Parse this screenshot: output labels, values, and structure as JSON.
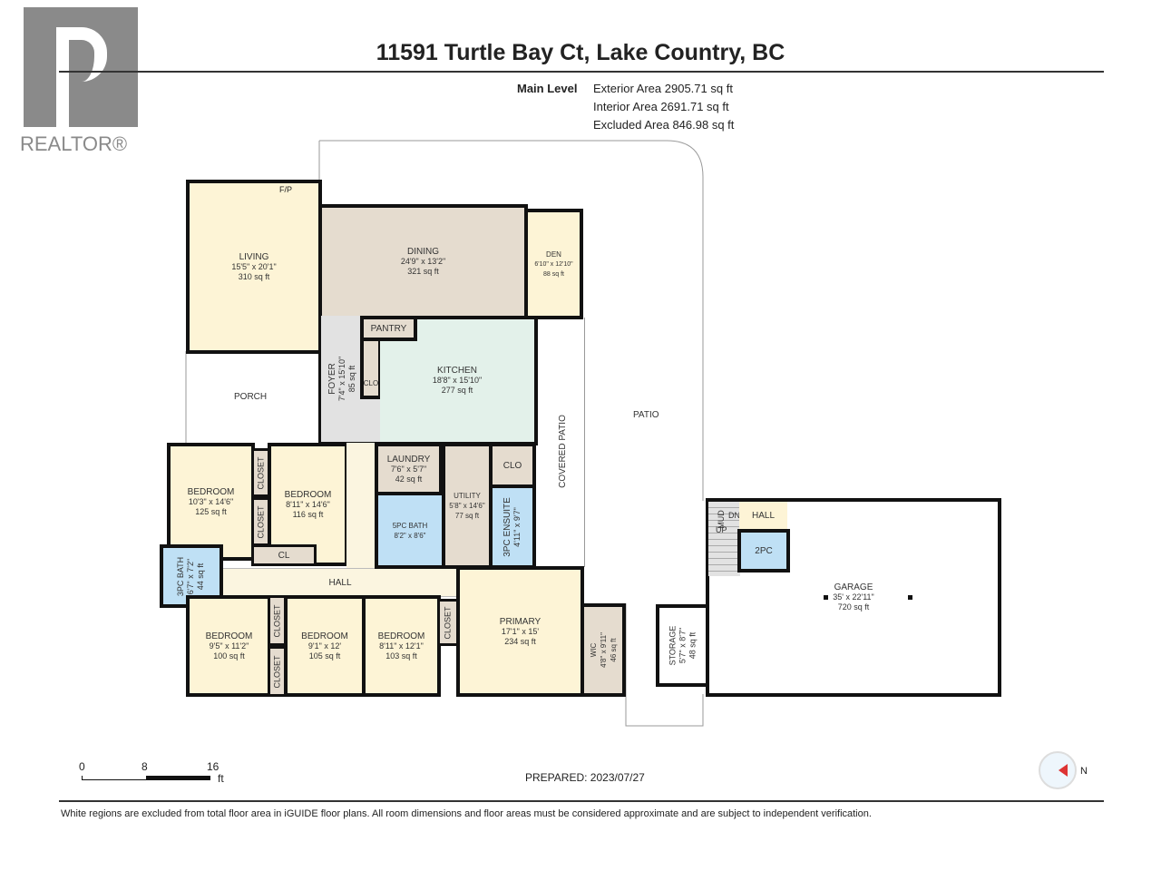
{
  "logo": {
    "text": "REALTOR®"
  },
  "header": {
    "title": "11591 Turtle Bay Ct, Lake Country, BC"
  },
  "summary": {
    "level": "Main Level",
    "exterior": "Exterior Area 2905.71 sq ft",
    "interior": "Interior Area 2691.71 sq ft",
    "excluded": "Excluded Area 846.98 sq ft"
  },
  "rooms": {
    "living": {
      "name": "LIVING",
      "dim": "15'5\" x 20'1\"",
      "area": "310 sq ft"
    },
    "fp": {
      "name": "F/P"
    },
    "dining": {
      "name": "DINING",
      "dim": "24'9\" x 13'2\"",
      "area": "321 sq ft"
    },
    "den": {
      "name": "DEN",
      "dim": "6'10\" x 12'10\"",
      "area": "88 sq ft"
    },
    "pantry": {
      "name": "PANTRY"
    },
    "foyer": {
      "name": "FOYER",
      "dim": "7'4\" x 15'10\"",
      "area": "85 sq ft"
    },
    "clo1": {
      "name": "CLO"
    },
    "kitchen": {
      "name": "KITCHEN",
      "dim": "18'8\" x 15'10\"",
      "area": "277 sq ft"
    },
    "porch": {
      "name": "PORCH"
    },
    "covered_patio": {
      "name": "COVERED PATIO"
    },
    "patio": {
      "name": "PATIO"
    },
    "bed1": {
      "name": "BEDROOM",
      "dim": "10'3\" x 14'6\"",
      "area": "125 sq ft"
    },
    "bed2": {
      "name": "BEDROOM",
      "dim": "8'11\" x 14'6\"",
      "area": "116 sq ft"
    },
    "closet": {
      "name": "CLOSET"
    },
    "cl": {
      "name": "CL"
    },
    "laundry": {
      "name": "LAUNDRY",
      "dim": "7'6\" x 5'7\"",
      "area": "42 sq ft"
    },
    "bath5": {
      "name": "5PC BATH",
      "dim": "8'2\" x 8'6\""
    },
    "utility": {
      "name": "UTILITY",
      "dim": "5'8\" x 14'6\"",
      "area": "77 sq ft"
    },
    "clo2": {
      "name": "CLO"
    },
    "ensuite": {
      "name": "3PC ENSUITE",
      "dim": "4'11\" x 9'7\""
    },
    "bath3": {
      "name": "3PC BATH",
      "dim": "6'7\" x 7'2\"",
      "area": "44 sq ft"
    },
    "hall": {
      "name": "HALL"
    },
    "bed3": {
      "name": "BEDROOM",
      "dim": "9'5\" x 11'2\"",
      "area": "100 sq ft"
    },
    "bed4": {
      "name": "BEDROOM",
      "dim": "9'1\" x 12'",
      "area": "105 sq ft"
    },
    "bed5": {
      "name": "BEDROOM",
      "dim": "8'11\" x 12'1\"",
      "area": "103 sq ft"
    },
    "primary": {
      "name": "PRIMARY",
      "dim": "17'1\" x 15'",
      "area": "234 sq ft"
    },
    "wic": {
      "name": "WIC",
      "dim": "4'8\" x 9'11\"",
      "area": "46 sq ft"
    },
    "mud": {
      "name": "MUD",
      "up": "UP",
      "dn": "DN"
    },
    "hall2": {
      "name": "HALL"
    },
    "pc2": {
      "name": "2PC"
    },
    "storage": {
      "name": "STORAGE",
      "dim": "5'7\" x 8'7\"",
      "area": "48 sq ft"
    },
    "garage": {
      "name": "GARAGE",
      "dim": "35' x 22'11\"",
      "area": "720 sq ft"
    }
  },
  "scale": {
    "t0": "0",
    "t1": "8",
    "t2": "16",
    "unit": "ft"
  },
  "prepared": "PREPARED: 2023/07/27",
  "compass": {
    "label": "N"
  },
  "footer": "White regions are excluded from total floor area in iGUIDE floor plans. All room dimensions and floor areas must be considered approximate and are subject to independent verification."
}
